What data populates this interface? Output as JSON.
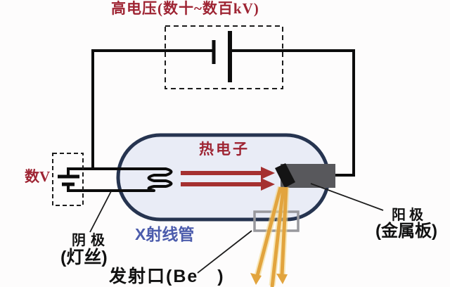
{
  "diagram": {
    "labels": {
      "high_voltage": "高电压(数十~数百kV)",
      "filament_voltage": "数V",
      "hot_electrons": "热电子",
      "xray_tube": "X射线管",
      "cathode": "阴极",
      "cathode_sub": "(灯丝)",
      "anode": "阳极",
      "anode_sub": "(金属板)",
      "emission_port": "发射口(Be　)"
    },
    "colors": {
      "label_red": "#9e2433",
      "electron_arrow_red": "#a53030",
      "tube_label_blue": "#4c5cac",
      "tube_fill": "#e9ecf6",
      "tube_border": "#263450",
      "anode_gray": "#58585c",
      "anode_face_black": "#141414",
      "xray_beam_orange": "#e2a43e",
      "be_window_gray": "#98989d",
      "wire_black": "#0c0c0c"
    }
  }
}
